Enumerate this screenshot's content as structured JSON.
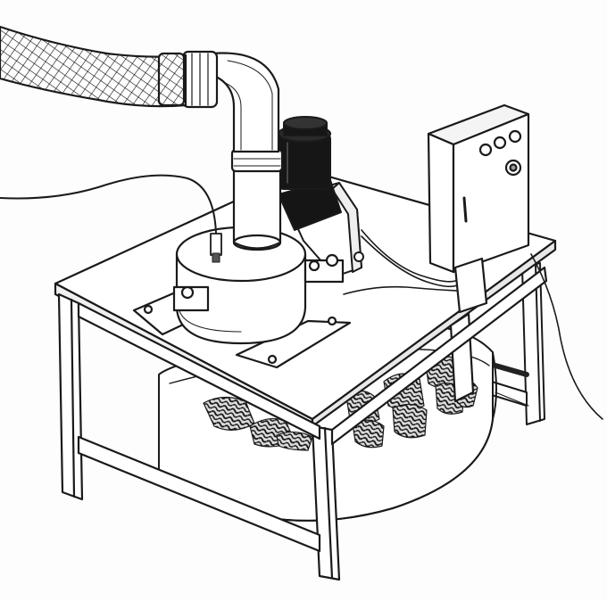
{
  "illustration": {
    "subject": "",
    "parts": [
      "braided-hose",
      "elbow-pipe",
      "sensor-cable",
      "geared-motor",
      "control-box",
      "table-top",
      "table-frame",
      "drum",
      "sponge-media"
    ]
  },
  "colors": {
    "ink": "#1a1a1a",
    "paper": "#fdfdfd",
    "metal": "#f4f4f4",
    "motor": "#161616"
  }
}
